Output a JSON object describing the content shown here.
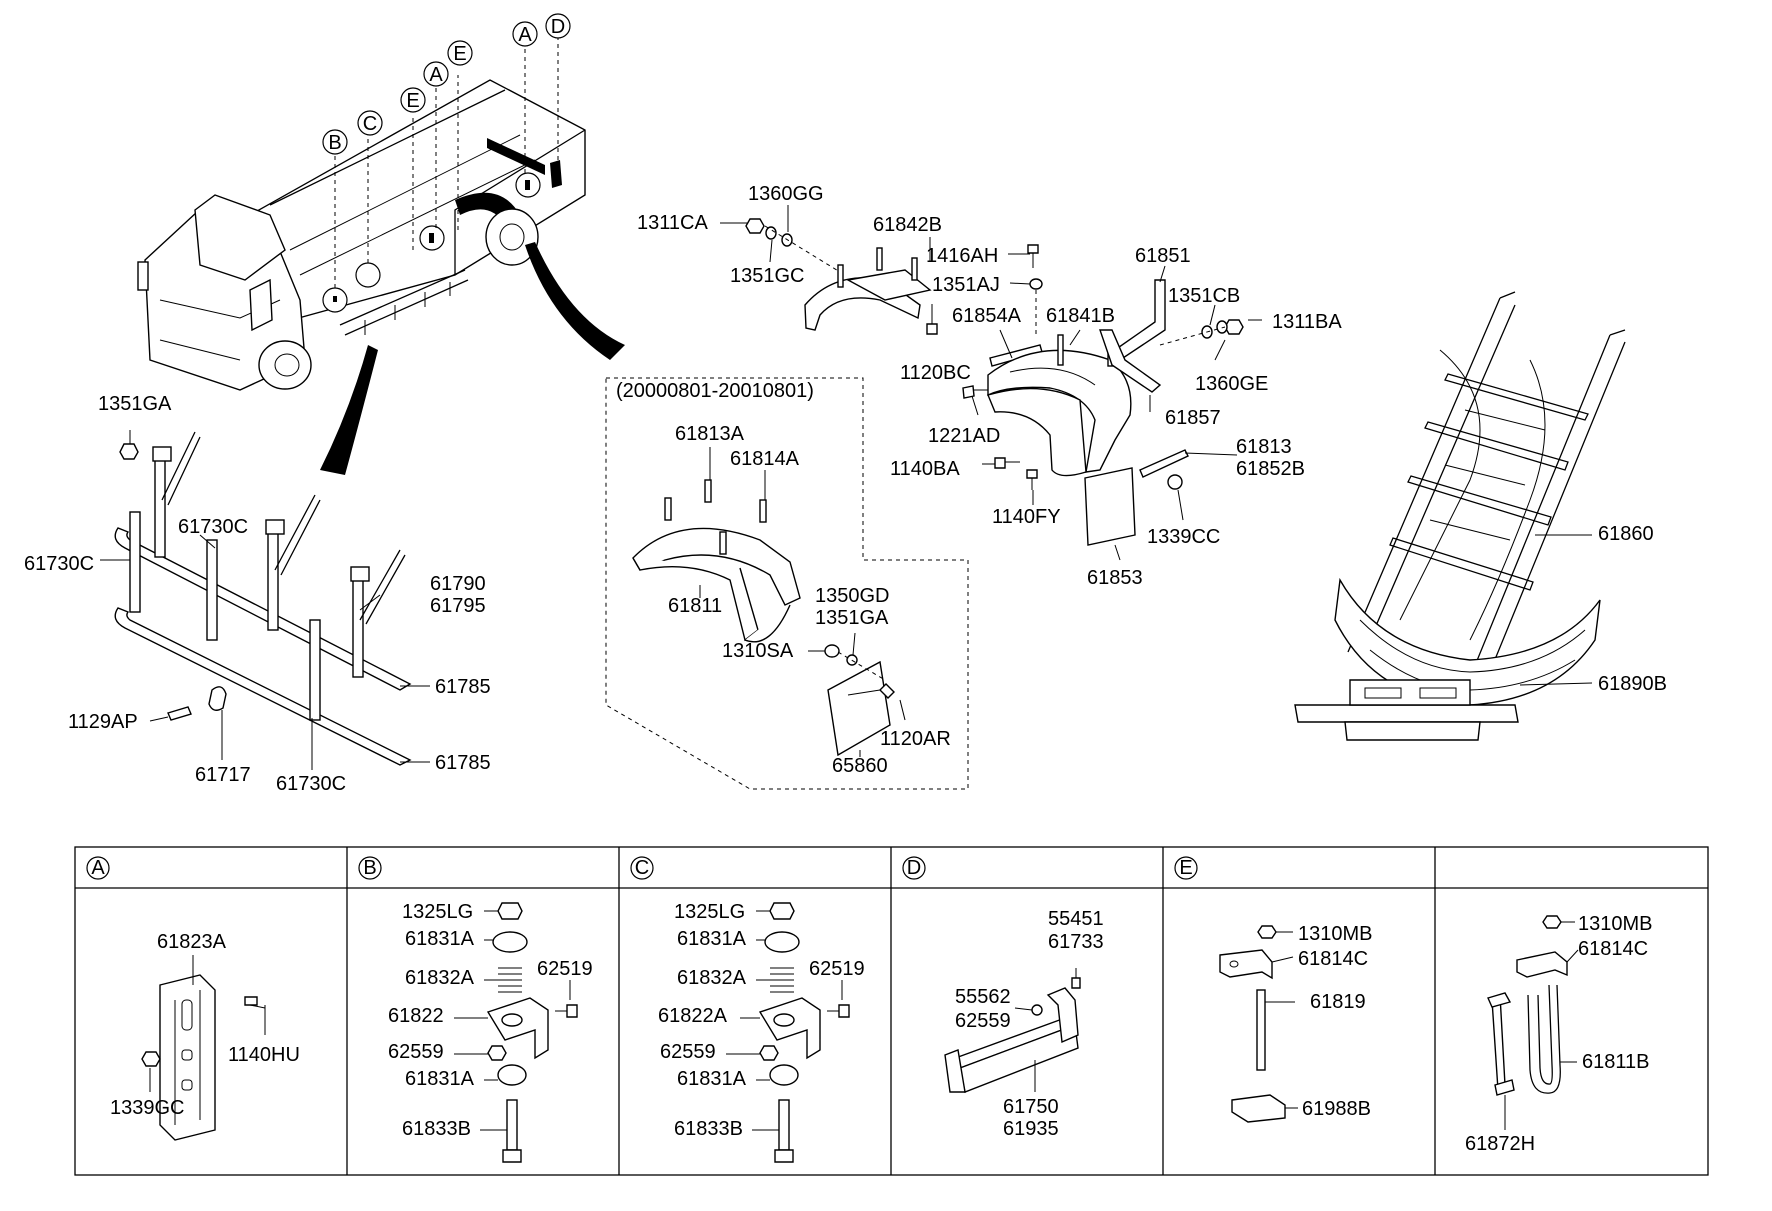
{
  "circle_letters": {
    "a": "A",
    "b": "B",
    "c": "C",
    "d": "D",
    "e": "E"
  },
  "labels": {
    "p1311CA": "1311CA",
    "p1360GG": "1360GG",
    "p1351GC": "1351GC",
    "p61842B": "61842B",
    "p1416AH": "1416AH",
    "p1351AJ": "1351AJ",
    "p61851": "61851",
    "p1351CB": "1351CB",
    "p1311BA": "1311BA",
    "p61854A": "61854A",
    "p61841B": "61841B",
    "p1360GE": "1360GE",
    "p1120BC": "1120BC",
    "p61857": "61857",
    "p1221AD": "1221AD",
    "p61813": "61813",
    "p61852B": "61852B",
    "p1140BA": "1140BA",
    "p1140FY": "1140FY",
    "p1339CC": "1339CC",
    "p61853": "61853",
    "p61860": "61860",
    "p61890B": "61890B",
    "p1351GA": "1351GA",
    "p61730C_a": "61730C",
    "p61730C_b": "61730C",
    "p61730C_c": "61730C",
    "p61790": "61790",
    "p61795": "61795",
    "p61785_a": "61785",
    "p61785_b": "61785",
    "p1129AP": "1129AP",
    "p61717": "61717",
    "p61813A": "61813A",
    "p61814A": "61814A",
    "p61811": "61811",
    "p1350GD": "1350GD",
    "p1351GA_b": "1351GA",
    "p1310SA": "1310SA",
    "p1120AR": "1120AR",
    "p65860": "65860"
  },
  "date_range": "(20000801-20010801)",
  "table": {
    "headers": [
      "A",
      "B",
      "C",
      "D",
      "E",
      ""
    ],
    "cellA": {
      "p61823A": "61823A",
      "p1140HU": "1140HU",
      "p1339GC": "1339GC"
    },
    "cellB": {
      "p1325LG": "1325LG",
      "p61831A_1": "61831A",
      "p61832A": "61832A",
      "p62519": "62519",
      "p61822": "61822",
      "p62559": "62559",
      "p61831A_2": "61831A",
      "p61833B": "61833B"
    },
    "cellC": {
      "p1325LG": "1325LG",
      "p61831A_1": "61831A",
      "p61832A": "61832A",
      "p62519": "62519",
      "p61822A": "61822A",
      "p62559": "62559",
      "p61831A_2": "61831A",
      "p61833B": "61833B"
    },
    "cellD": {
      "p55451": "55451",
      "p61733": "61733",
      "p55562": "55562",
      "p62559": "62559",
      "p61750": "61750",
      "p61935": "61935"
    },
    "cellE": {
      "p1310MB": "1310MB",
      "p61814C": "61814C",
      "p61819": "61819",
      "p61988B": "61988B"
    },
    "cellF": {
      "p1310MB": "1310MB",
      "p61814C": "61814C",
      "p61811B": "61811B",
      "p61872H": "61872H"
    }
  },
  "colors": {
    "ink": "#000000",
    "paper": "#ffffff"
  }
}
